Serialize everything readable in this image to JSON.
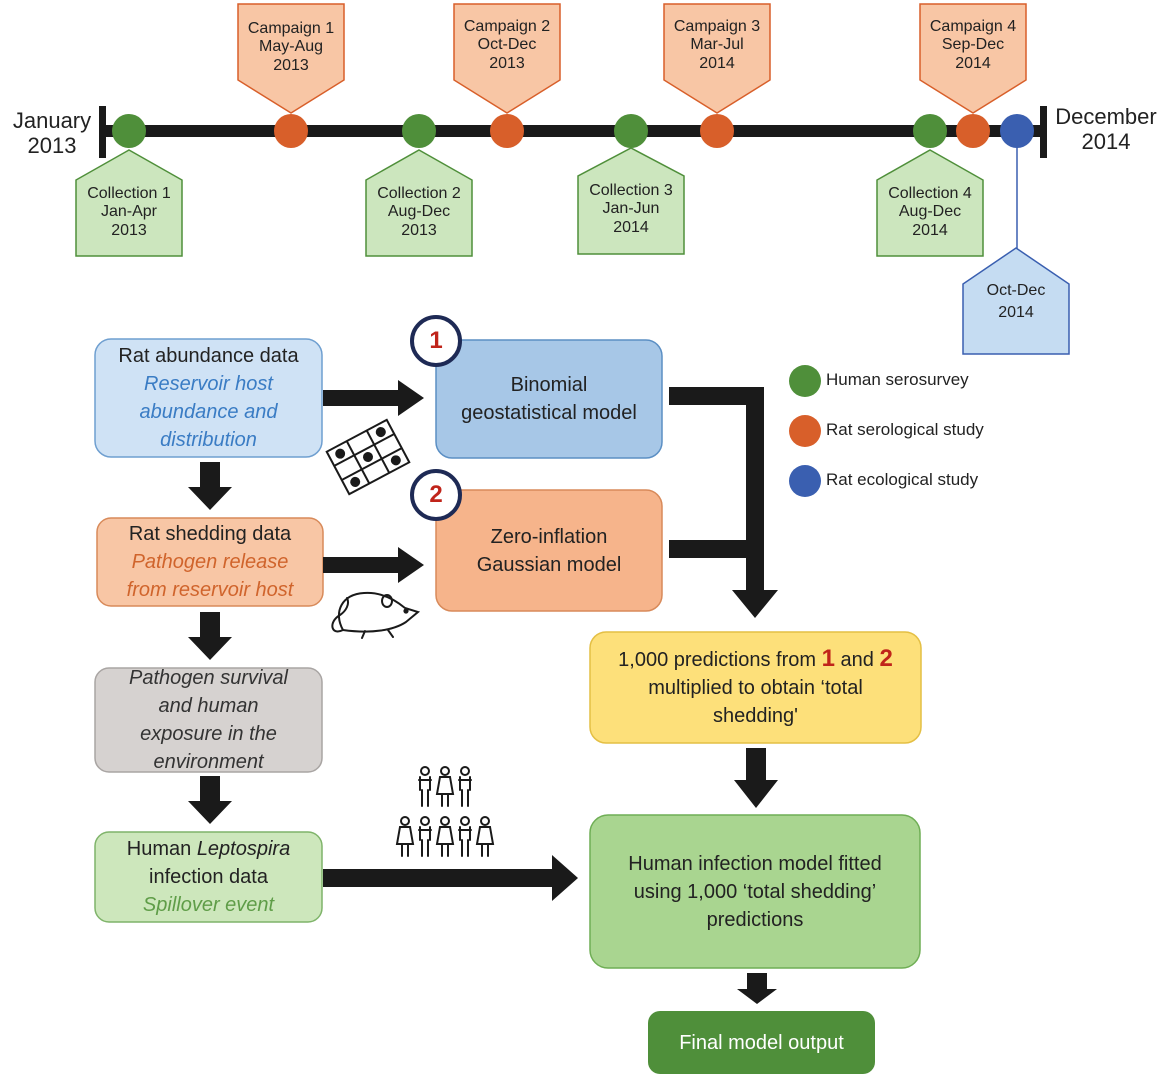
{
  "timeline": {
    "start_label": [
      "January",
      "2013"
    ],
    "end_label": [
      "December",
      "2014"
    ],
    "campaigns": [
      {
        "lines": [
          "Campaign 1",
          "May-Aug",
          "2013"
        ]
      },
      {
        "lines": [
          "Campaign 2",
          "Oct-Dec",
          "2013"
        ]
      },
      {
        "lines": [
          "Campaign 3",
          "Mar-Jul",
          "2014"
        ]
      },
      {
        "lines": [
          "Campaign 4",
          "Sep-Dec",
          "2014"
        ]
      }
    ],
    "collections": [
      {
        "lines": [
          "Collection 1",
          "Jan-Apr",
          "2013"
        ]
      },
      {
        "lines": [
          "Collection 2",
          "Aug-Dec",
          "2013"
        ]
      },
      {
        "lines": [
          "Collection 3",
          "Jan-Jun",
          "2014"
        ]
      },
      {
        "lines": [
          "Collection 4",
          "Aug-Dec",
          "2014"
        ]
      }
    ],
    "ecological": {
      "lines": [
        "Oct-Dec",
        "2014"
      ]
    }
  },
  "legend": [
    {
      "label": "Human serosurvey",
      "color": "#4f8f3a"
    },
    {
      "label": "Rat serological study",
      "color": "#d85f2a"
    },
    {
      "label": "Rat ecological study",
      "color": "#3a5fb0"
    }
  ],
  "colors": {
    "human": "#4f8f3a",
    "rat_sero": "#d85f2a",
    "rat_eco": "#3a5fb0",
    "arrow": "#1a1a1a"
  },
  "boxes": {
    "rat_abundance": {
      "title": "Rat abundance data",
      "italic": [
        "Reservoir host",
        "abundance and",
        "distribution"
      ]
    },
    "rat_shedding": {
      "title": "Rat shedding data",
      "italic": [
        "Pathogen release",
        "from reservoir host"
      ]
    },
    "pathogen": {
      "italic": [
        "Pathogen survival",
        "and human",
        "exposure in the",
        "environment"
      ]
    },
    "human_infection": {
      "title_pre": "Human",
      "title_italic": "Leptospira",
      "title2": "infection data",
      "italic": "Spillover event"
    },
    "binomial": {
      "lines": [
        "Binomial",
        "geostatistical model"
      ],
      "badge": "1"
    },
    "zero_inflation": {
      "lines": [
        "Zero-inflation",
        "Gaussian model"
      ],
      "badge": "2"
    },
    "predictions": {
      "pre": "1,000 predictions from",
      "num1": "1",
      "and": "and",
      "num2": "2",
      "line2": "multiplied to obtain ‘total",
      "line3": "shedding'"
    },
    "human_model": {
      "lines": [
        "Human infection model fitted",
        "using 1,000 ‘total shedding’",
        "predictions"
      ]
    },
    "final": {
      "label": "Final model output"
    }
  }
}
